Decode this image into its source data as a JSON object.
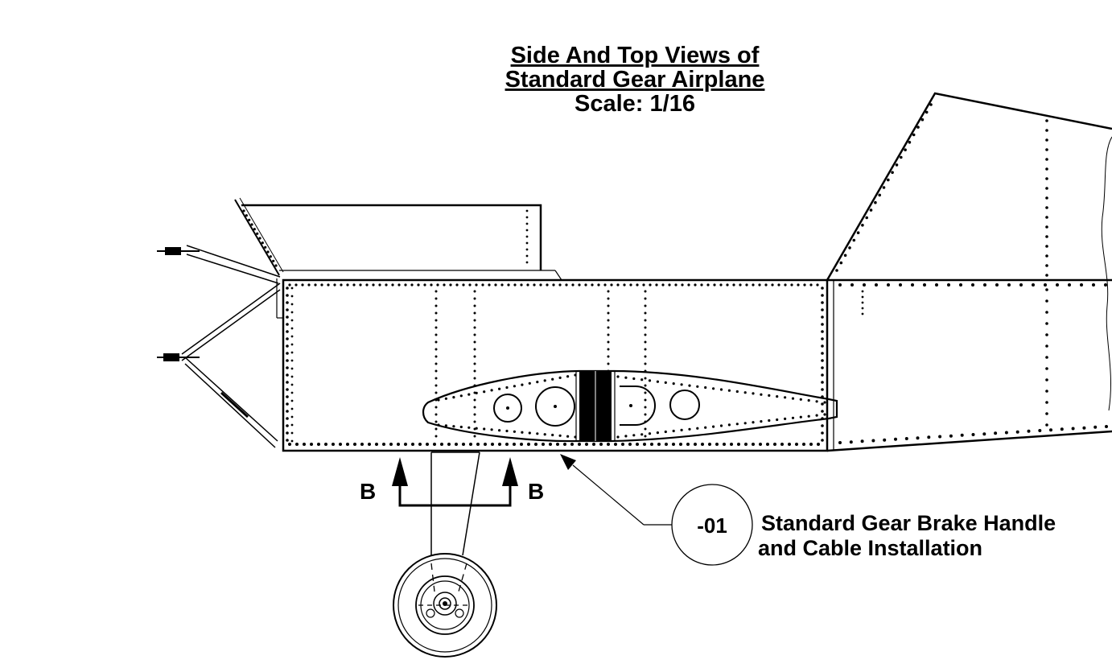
{
  "title": {
    "line1": "Side And Top Views of",
    "line2": "Standard Gear Airplane",
    "line3": "Scale: 1/16"
  },
  "section_marker": {
    "left_label": "B",
    "right_label": "B"
  },
  "callout": {
    "number": "-01",
    "line1": "Standard Gear Brake Handle",
    "line2": "and Cable Installation"
  }
}
